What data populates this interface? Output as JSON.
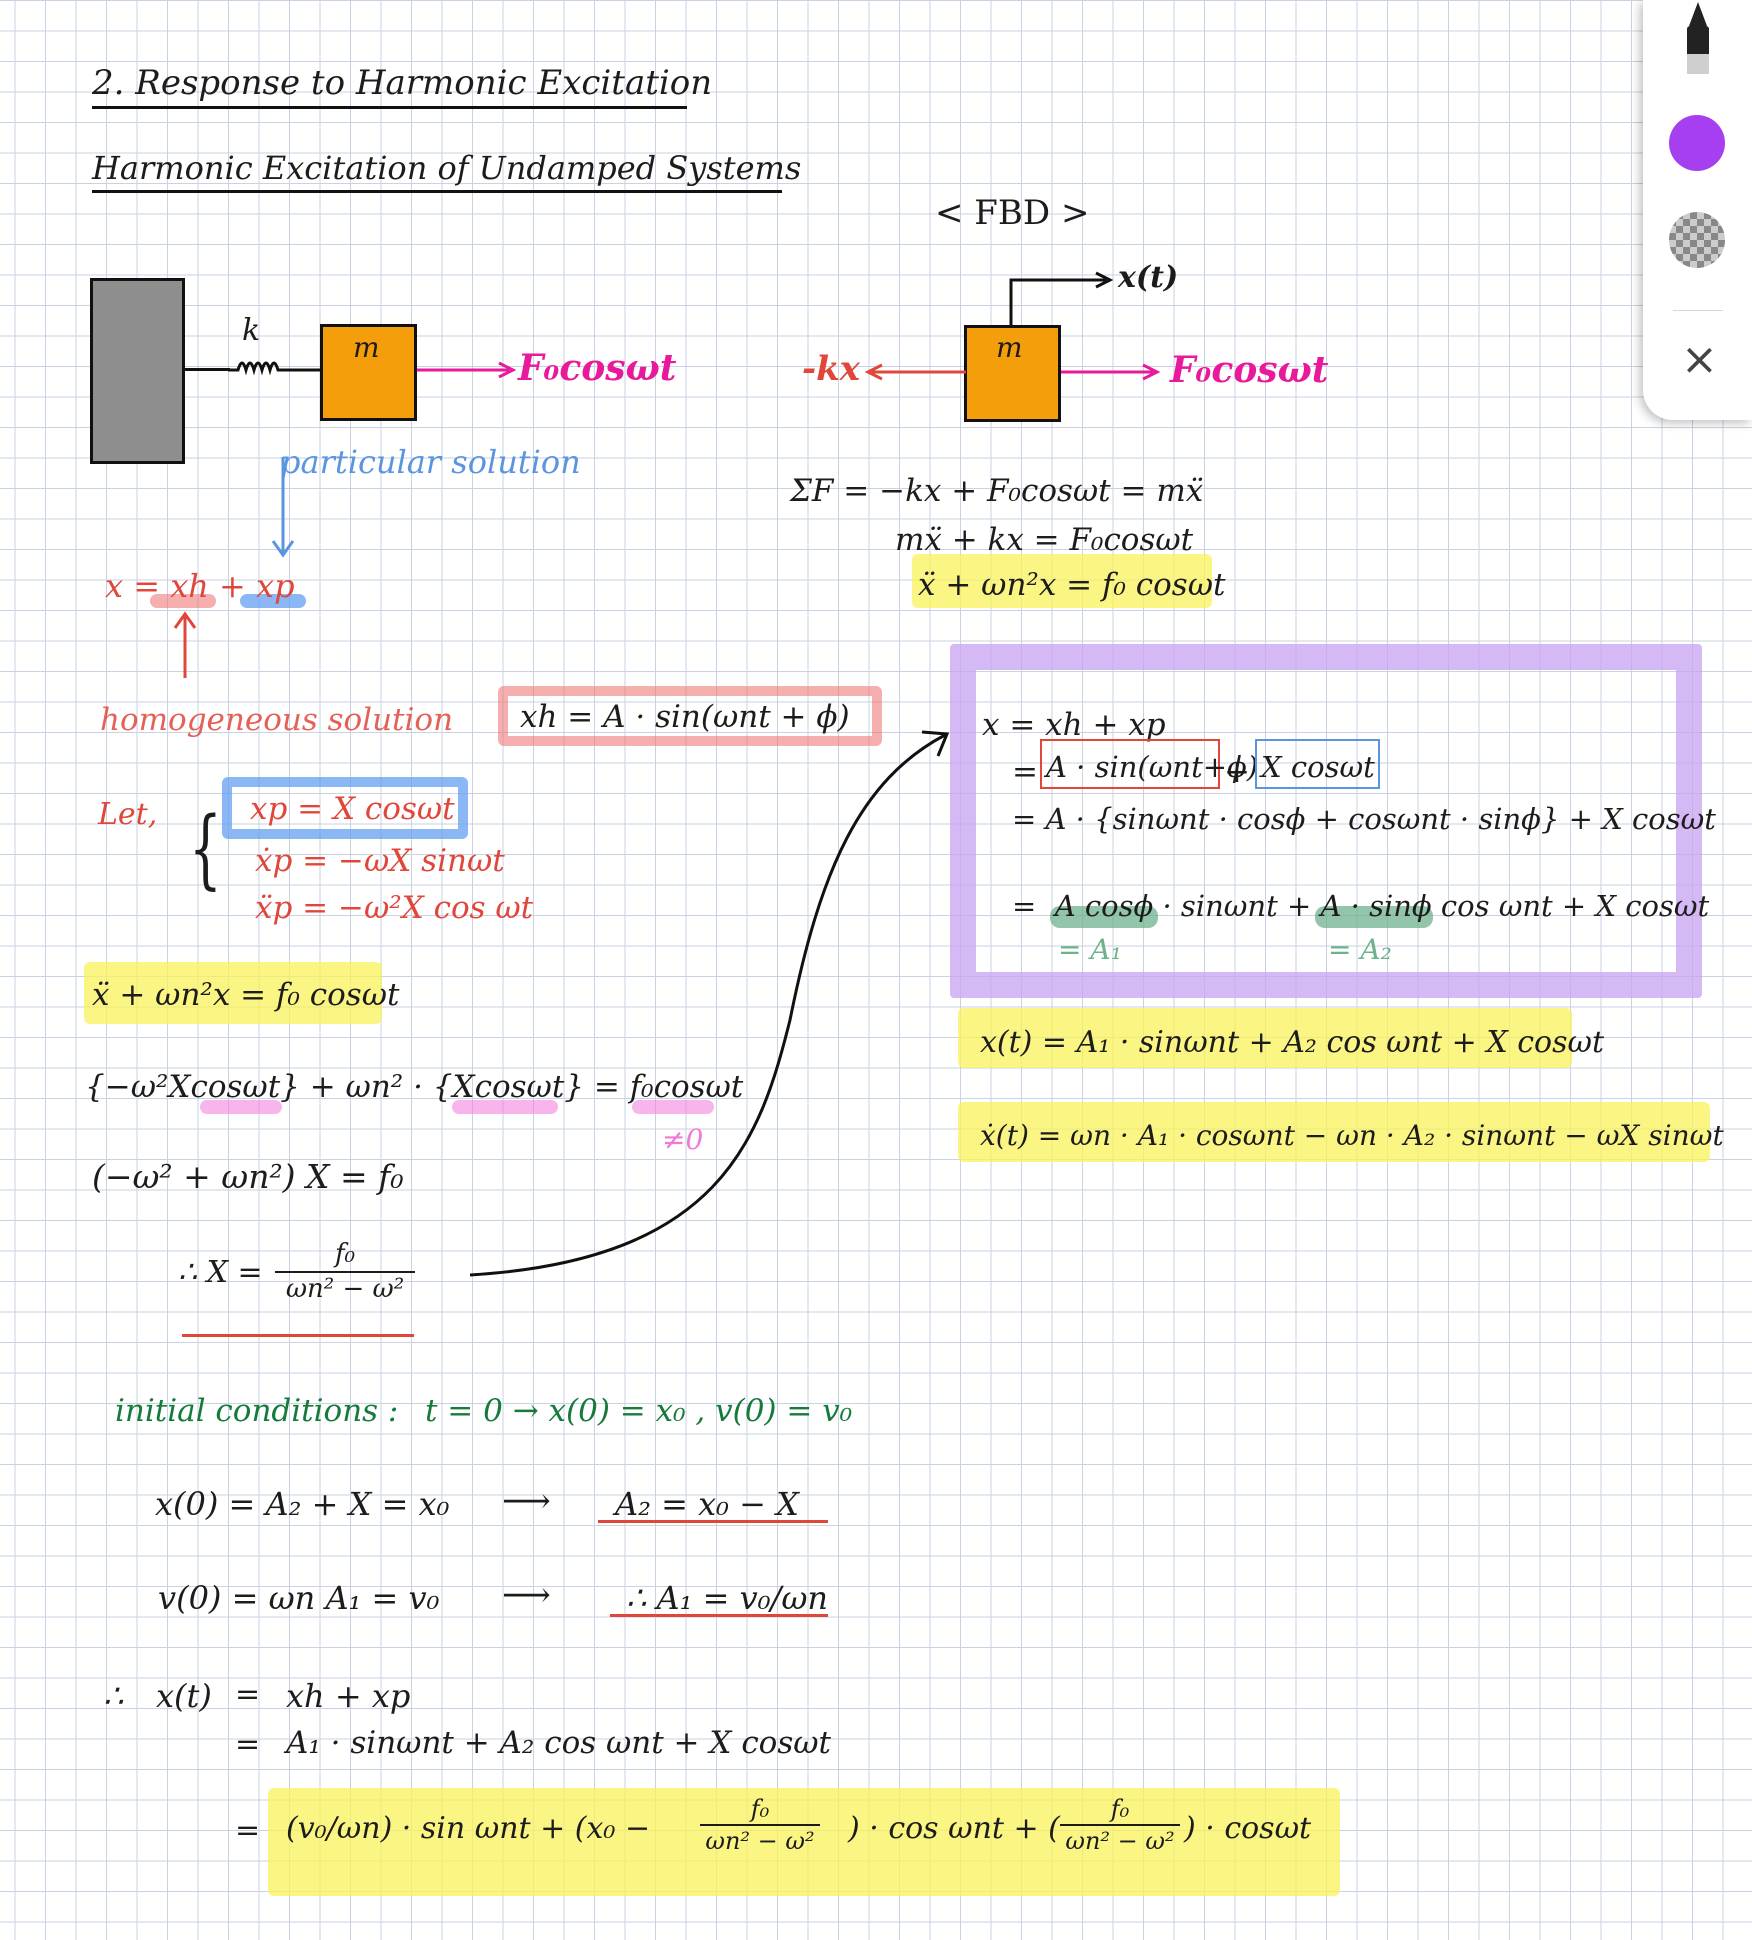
{
  "title": "2. Response to Harmonic Excitation",
  "subtitle": "Harmonic Excitation of Undamped Systems",
  "left_diagram": {
    "spring": "k",
    "mass": "m",
    "force": "F₀cosωt"
  },
  "fbd": {
    "title": "< FBD >",
    "mass": "m",
    "displacement": "x(t)",
    "spring_force": "-kx",
    "force": "F₀cosωt"
  },
  "colors": {
    "wall": "#8e8e8e",
    "mass": "#f59e0c",
    "force": "#e8199a",
    "spring_force": "#e0463a"
  },
  "left": {
    "particular_label": "particular solution",
    "x_eq": {
      "prefix": "x = ",
      "xh": "xh",
      "plus": " + ",
      "xp": "xp"
    },
    "homogeneous_label": "homogeneous solution",
    "xh_box": "xh = A · sin(ωnt + ϕ)",
    "let": "Let,",
    "xp_box": "xp = X cosωt",
    "xp_dot": "ẋp = −ωX sinωt",
    "xp_ddot": "ẍp = −ω²X cos ωt",
    "eom_box": "ẍ + ωn²x = f₀ cosωt",
    "subst": {
      "a": "{−ω²X",
      "a_hl": "cosωt",
      "b": "} + ωn² · {",
      "b_hl": "Xcosωt",
      "c": "} = ",
      "c_hl": "f₀cosωt"
    },
    "neq0": "≠0",
    "coef": "(−ω² + ωn²) X = f₀",
    "x_result_prefix": "∴ X =",
    "x_result_num": "f₀",
    "x_result_den": "ωn² − ω²"
  },
  "right": {
    "sum_f": "ΣF = −kx + F₀cosωt = mẍ",
    "eom1": "mẍ + kx = F₀cosωt",
    "eom2": "ẍ + ωn²x = f₀ cosωt",
    "purple": {
      "l1": "x = xh + xp",
      "l2_eq": "=",
      "l2_a": "A · sin(ωnt+ϕ)",
      "l2_plus": "+",
      "l2_b": "X cosωt",
      "l3": "= A · {sinωnt · cosϕ + cosωnt · sinϕ} + X cosωt",
      "l4_eq": "=",
      "l4_a": "A cosϕ",
      "l4_b": "· sinωnt +",
      "l4_c": "A · sinϕ",
      "l4_d": "cos ωnt + X cosωt",
      "a1": "= A₁",
      "a2": "= A₂"
    },
    "xt": "x(t) = A₁ · sinωnt + A₂ cos ωnt + X cosωt",
    "xt_dot": "ẋ(t) = ωn · A₁ · cosωnt − ωn · A₂ · sinωnt − ωX sinωt"
  },
  "ic": {
    "label": "initial conditions :",
    "cond": "t = 0  →  x(0) = x₀ ,   v(0) = v₀",
    "eq1": "x(0) = A₂ + X = x₀",
    "arrow": "⟶",
    "res1": "A₂ = x₀ − X",
    "eq2": "v(0) = ωn A₁ = v₀",
    "res2": "∴ A₁ = v₀/ωn"
  },
  "final": {
    "therefore": "∴",
    "lhs": "x(t)",
    "eq": "=",
    "l1": "xh + xp",
    "l2": "A₁ · sinωnt + A₂ cos ωnt + X cosωt",
    "l3_a": "(v₀/ωn) · sin ωnt + (x₀ −",
    "frac_num": "f₀",
    "frac_den": "ωn² − ω²",
    "l3_b": ") · cos ωnt + (",
    "l3_c": ") · cosωt"
  },
  "toolbar": {
    "marker_color": "#222222",
    "selected_color": "#a63ff0",
    "close": "×",
    "icons": [
      "marker-icon",
      "color-swatch-icon",
      "texture-swatch-icon",
      "close-icon"
    ]
  }
}
